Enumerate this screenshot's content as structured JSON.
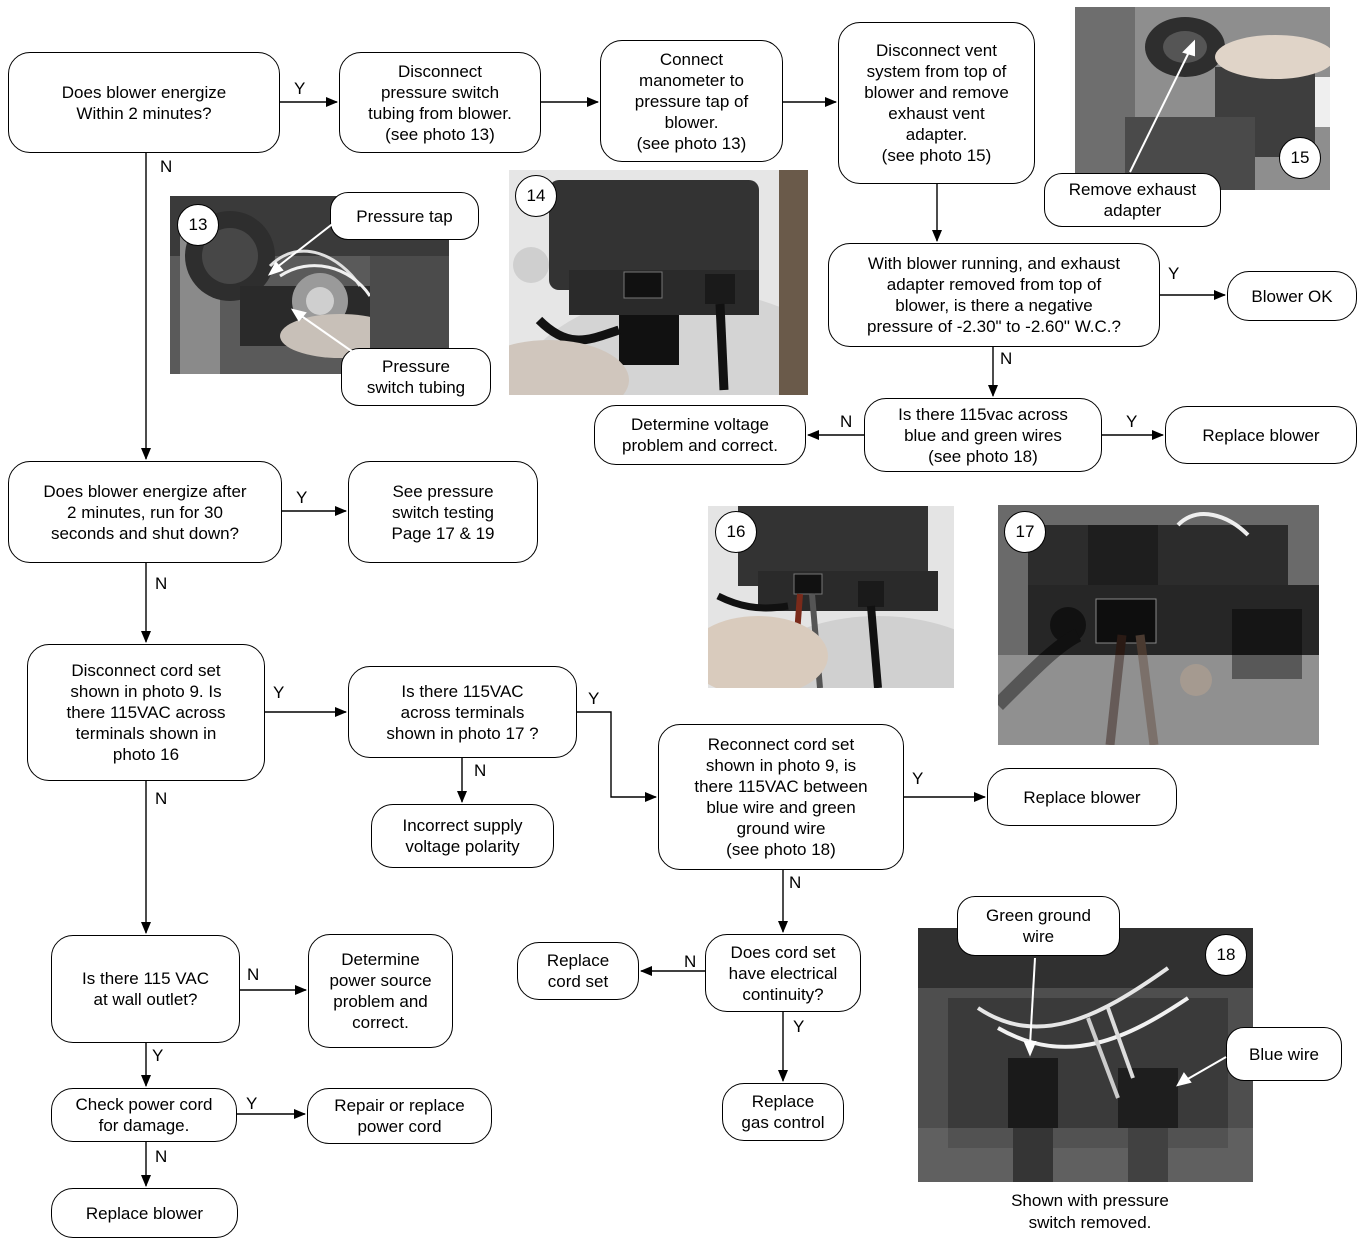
{
  "nodes": {
    "q_energize_2min": "Does blower energize\nWithin 2 minutes?",
    "disconnect_tubing": "Disconnect\npressure switch\ntubing from blower.\n(see photo 13)",
    "connect_manometer": "Connect\nmanometer to\npressure tap of\nblower.\n(see photo 13)",
    "disconnect_vent": "Disconnect vent\nsystem from top of\nblower and remove\nexhaust vent\nadapter.\n(see photo 15)",
    "q_negative_pressure": "With blower running, and exhaust\nadapter removed from top of\nblower, is there a negative\npressure of -2.30\" to -2.60\" W.C.?",
    "blower_ok": "Blower OK",
    "q_115vac_blue_green": "Is there 115vac across\nblue and green wires\n(see photo 18)",
    "replace_blower_1": "Replace blower",
    "determine_voltage": "Determine voltage\nproblem and correct.",
    "q_energize_after": "Does blower energize after\n2 minutes, run for 30\nseconds and shut down?",
    "see_pressure_switch": "See pressure\nswitch testing\nPage 17 & 19",
    "q_disconnect_cord": "Disconnect cord set\nshown in photo 9. Is\nthere 115VAC across\nterminals shown in\nphoto 16",
    "q_115vac_photo17": "Is there 115VAC\nacross terminals\nshown in photo 17 ?",
    "incorrect_polarity": "Incorrect supply\nvoltage polarity",
    "q_reconnect_cord": "Reconnect cord set\nshown in photo 9, is\nthere 115VAC between\nblue wire and green\nground wire\n(see photo 18)",
    "replace_blower_2": "Replace blower",
    "q_wall_outlet": "Is there 115 VAC\nat wall outlet?",
    "determine_power": "Determine\npower source\nproblem and\ncorrect.",
    "q_cord_continuity": "Does cord set\nhave electrical\ncontinuity?",
    "replace_cord_set": "Replace\ncord set",
    "check_power_cord": "Check power cord\nfor damage.",
    "repair_power_cord": "Repair or replace\npower cord",
    "replace_gas_control": "Replace\ngas control",
    "replace_blower_3": "Replace blower"
  },
  "edge_labels": {
    "y1": "Y",
    "n1": "N",
    "y2": "Y",
    "n2": "N",
    "n3": "N",
    "y3": "Y",
    "y4": "Y",
    "n4": "N",
    "y5": "Y",
    "n5": "N",
    "y6": "Y",
    "n6": "N",
    "n7": "N",
    "y7": "Y",
    "n8": "N",
    "y8": "Y",
    "y9": "Y",
    "n9": "N"
  },
  "photos": {
    "p13": {
      "number": "13",
      "callouts": [
        "Pressure tap",
        "Pressure\nswitch tubing"
      ]
    },
    "p14": {
      "number": "14"
    },
    "p15": {
      "number": "15",
      "callouts": [
        "Remove exhaust\nadapter"
      ]
    },
    "p16": {
      "number": "16"
    },
    "p17": {
      "number": "17"
    },
    "p18": {
      "number": "18",
      "callouts": [
        "Green ground\nwire",
        "Blue wire"
      ],
      "caption": "Shown with pressure\nswitch removed."
    }
  }
}
